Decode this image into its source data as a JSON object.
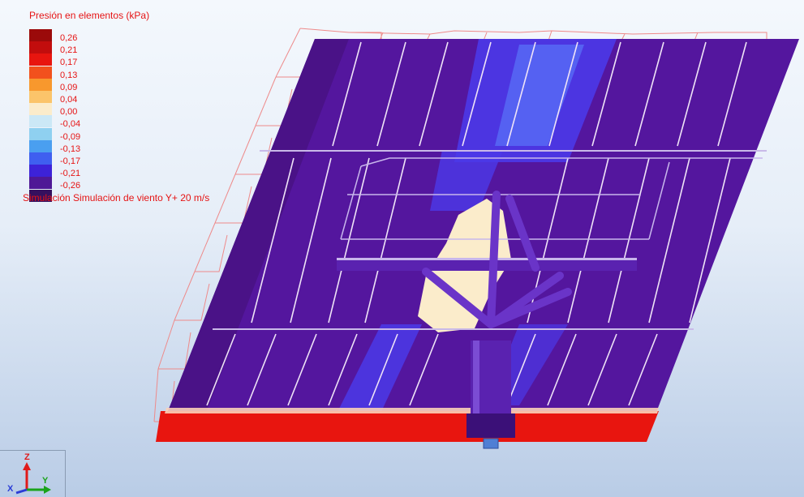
{
  "legend": {
    "title": "Presión en elementos (kPa)",
    "entries": [
      {
        "label": "0,26",
        "color": "#9b0a0a"
      },
      {
        "label": "0,21",
        "color": "#c20d0d"
      },
      {
        "label": "0,17",
        "color": "#e8150f"
      },
      {
        "label": "0,13",
        "color": "#f2511d"
      },
      {
        "label": "0,09",
        "color": "#f8982d"
      },
      {
        "label": "0,04",
        "color": "#fbc46a"
      },
      {
        "label": "0,00",
        "color": "#fbeccb"
      },
      {
        "label": "-0,04",
        "color": "#cbe8f6"
      },
      {
        "label": "-0,09",
        "color": "#8fd0f0"
      },
      {
        "label": "-0,13",
        "color": "#4a9ff0"
      },
      {
        "label": "-0,17",
        "color": "#3f5ff0"
      },
      {
        "label": "-0,21",
        "color": "#3d22d8"
      },
      {
        "label": "-0,26",
        "color": "#4f1896"
      },
      {
        "label": "",
        "color": "#35105e"
      }
    ],
    "caption": "Simulación Simulación de viento Y+ 20 m/s",
    "text_color": "#e61414"
  },
  "axes": {
    "z_label": "Z",
    "x_label": "X",
    "y_label": "Y",
    "z_color": "#e01a1a",
    "y_color": "#1aa31a",
    "x_color": "#2a3cd6"
  },
  "colors": {
    "panel_main": "#54169e",
    "panel_blue": "#4a3ce6",
    "panel_light_blue": "#4f66f2",
    "pressure_high": "#e8150f",
    "pressure_neutral": "#fbeccb",
    "wire_box": "#e87a7a"
  }
}
